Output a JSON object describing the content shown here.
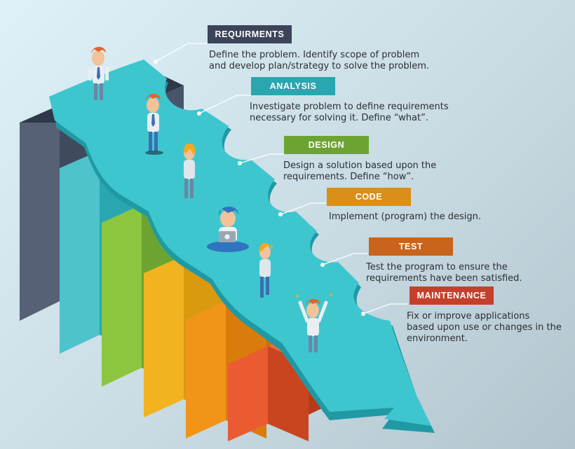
{
  "stages": [
    {
      "name": "requirements",
      "label": "REQUIRMENTS",
      "color": "#3b4459",
      "desc_lines": [
        "Define the problem. Identify scope of problem",
        "and develop plan/strategy to solve the problem."
      ]
    },
    {
      "name": "analysis",
      "label": "ANALYSIS",
      "color": "#2aa6b0",
      "desc_lines": [
        "Investigate problem to define requirements",
        "necessary for solving it. Define “what”."
      ]
    },
    {
      "name": "design",
      "label": "DESIGN",
      "color": "#6da431",
      "desc_lines": [
        "Design a solution based upon the",
        "requirements. Define “how”."
      ]
    },
    {
      "name": "code",
      "label": "CODE",
      "color": "#d98f18",
      "desc_lines": [
        "Implement (program) the design."
      ]
    },
    {
      "name": "test",
      "label": "TEST",
      "color": "#c8641c",
      "desc_lines": [
        "Test the program to ensure the",
        "requirements have been satisfied."
      ]
    },
    {
      "name": "maintenance",
      "label": "MAINTENANCE",
      "color": "#c5402a",
      "desc_lines": [
        "Fix or improve applications",
        "based upon use or changes in the",
        "environment."
      ]
    }
  ],
  "colors": {
    "ribbon": "#3ec6cf",
    "ribbon_dark": "#1f9aa5",
    "connector": "#ffffff",
    "stairs": [
      "#3f4a5c",
      "#2ab3bd",
      "#8cc63f",
      "#f2b321",
      "#f29418",
      "#ea5b32"
    ]
  }
}
